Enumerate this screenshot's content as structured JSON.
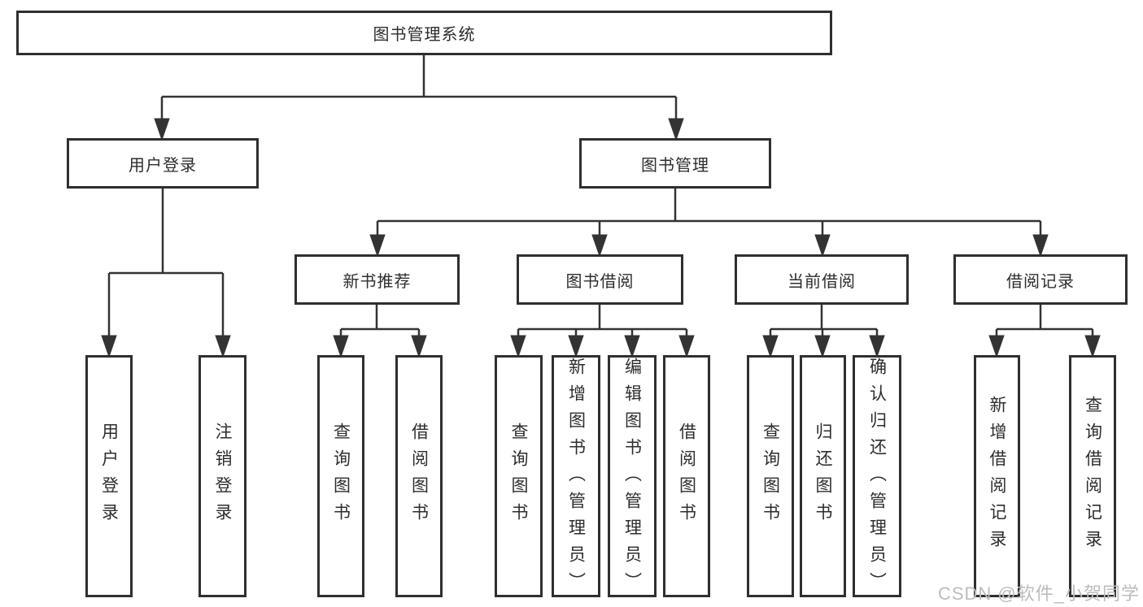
{
  "diagram": {
    "watermark": "CSDN @软件_小贺同学",
    "colors": {
      "line": "#333333",
      "box_border": "#2f2f2f",
      "box_fill": "#ffffff",
      "text": "#2d2d2d",
      "watermark": "#bcbcbc"
    },
    "nodes": {
      "root": {
        "label": "图书管理系统"
      },
      "user_login": {
        "label": "用户登录"
      },
      "book_mgmt": {
        "label": "图书管理"
      },
      "new_book_rec": {
        "label": "新书推荐"
      },
      "book_borrow": {
        "label": "图书借阅"
      },
      "current_borrow": {
        "label": "当前借阅"
      },
      "borrow_records": {
        "label": "借阅记录"
      },
      "leaf_user_login": {
        "label": "用户登录"
      },
      "leaf_logout": {
        "label": "注销登录"
      },
      "leaf_query_book_rec": {
        "label": "查询图书"
      },
      "leaf_borrow_book_rec": {
        "label": "借阅图书"
      },
      "leaf_query_book_borrow": {
        "label": "查询图书"
      },
      "leaf_add_book": {
        "label": "新增图书（管理员）"
      },
      "leaf_edit_book": {
        "label": "编辑图书（管理员）"
      },
      "leaf_borrow_book_borrow": {
        "label": "借阅图书"
      },
      "leaf_query_book_current": {
        "label": "查询图书"
      },
      "leaf_return_book": {
        "label": "归还图书"
      },
      "leaf_confirm_return": {
        "label": "确认归还（管理员）"
      },
      "leaf_add_record": {
        "label": "新增借阅记录"
      },
      "leaf_query_record": {
        "label": "查询借阅记录"
      }
    }
  }
}
